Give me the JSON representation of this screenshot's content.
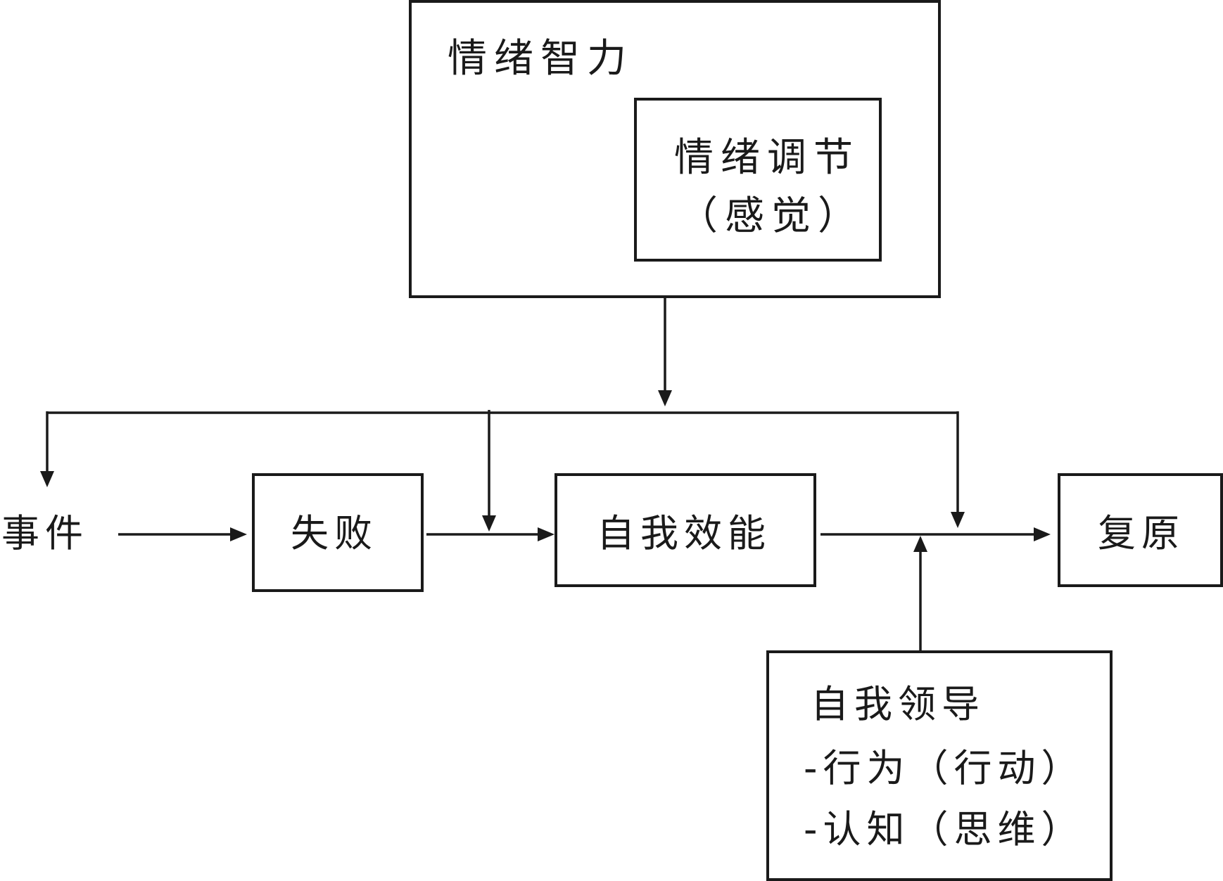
{
  "nodes": {
    "ei": {
      "title": "情绪智力"
    },
    "regulation": {
      "line1": "情绪调节",
      "line2": "（感觉）"
    },
    "event": {
      "label": "事件"
    },
    "failure": {
      "label": "失败"
    },
    "efficacy": {
      "label": "自我效能"
    },
    "recovery": {
      "label": "复原"
    },
    "leadership": {
      "line1": "自我领导",
      "line2": "-行为（行动）",
      "line3": "-认知（思维）"
    }
  },
  "colors": {
    "stroke": "#1a1a1a",
    "background": "#ffffff"
  }
}
